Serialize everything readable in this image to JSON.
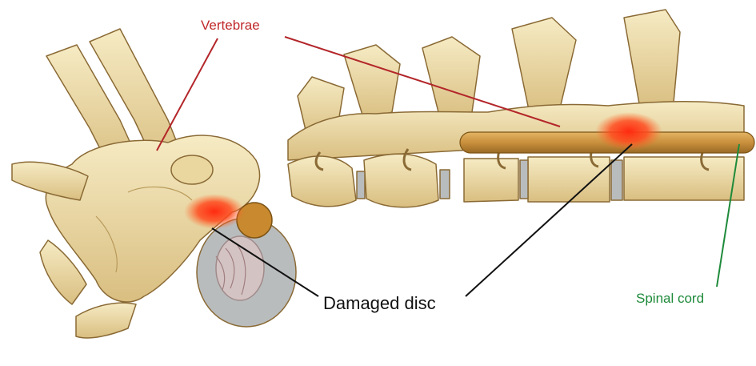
{
  "labels": {
    "vertebrae": "Vertebrae",
    "damaged_disc": "Damaged disc",
    "spinal_cord": "Spinal cord"
  },
  "colors": {
    "vertebrae_label": "#c0282a",
    "damaged_disc_label": "#111111",
    "spinal_cord_label": "#1e8a3a",
    "bone": "#f1e2b0",
    "bone_shadow": "#c9a964",
    "spinal_cord": "#cf9a45",
    "disc": "#b9bcbd",
    "damage": "#ff3b1f"
  }
}
